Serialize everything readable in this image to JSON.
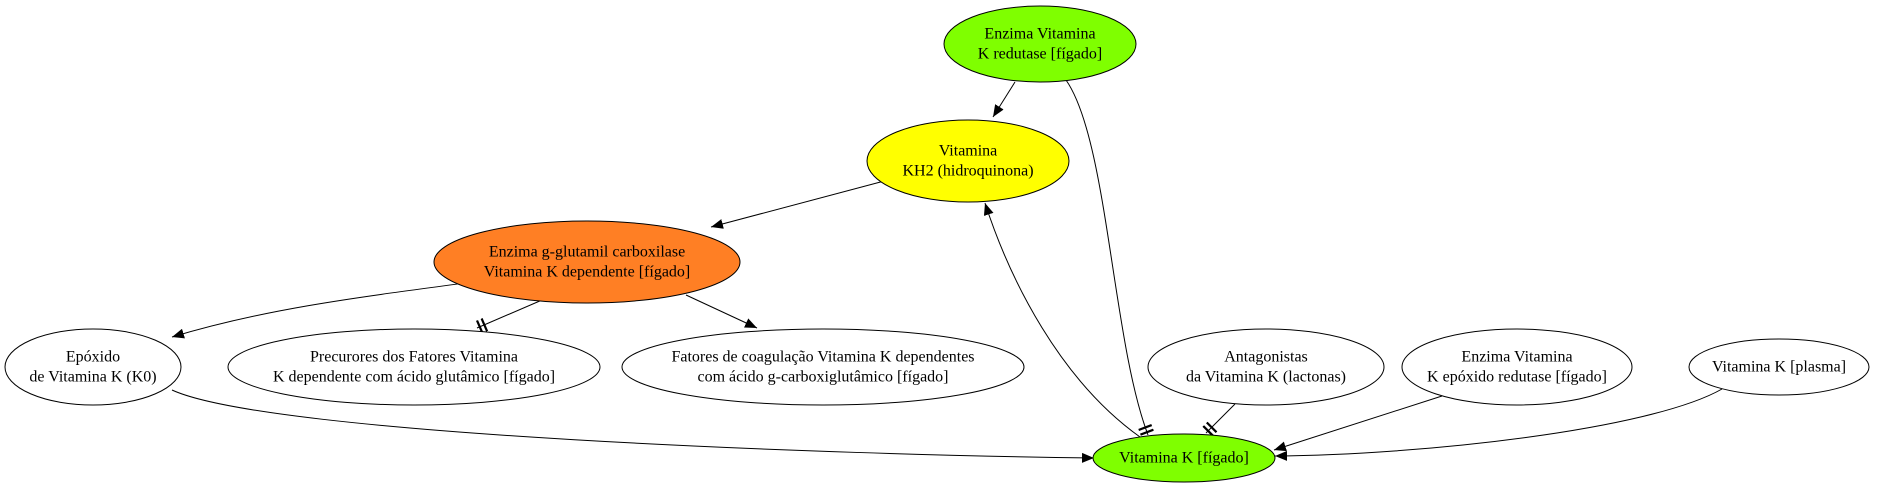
{
  "diagram": {
    "nodes": [
      {
        "id": "k_redutase",
        "lines": [
          "Enzima Vitamina",
          "K redutase [fígado]"
        ],
        "fill": "#7fff00"
      },
      {
        "id": "kh2",
        "lines": [
          "Vitamina",
          "KH2 (hidroquinona)"
        ],
        "fill": "#ffff00"
      },
      {
        "id": "carboxilase",
        "lines": [
          "Enzima g-glutamil carboxilase",
          "Vitamina K dependente [fígado]"
        ],
        "fill": "#ff7f24"
      },
      {
        "id": "epoxido",
        "lines": [
          "Epóxido",
          "de Vitamina K (K0)"
        ],
        "fill": "#ffffff"
      },
      {
        "id": "precursores",
        "lines": [
          "Precurores dos Fatores Vitamina",
          "K dependente com ácido glutâmico [fígado]"
        ],
        "fill": "#ffffff"
      },
      {
        "id": "fatores",
        "lines": [
          "Fatores de coagulação Vitamina K dependentes",
          "com ácido g-carboxiglutâmico [fígado]"
        ],
        "fill": "#ffffff"
      },
      {
        "id": "antagonistas",
        "lines": [
          "Antagonistas",
          "da Vitamina K (lactonas)"
        ],
        "fill": "#ffffff"
      },
      {
        "id": "epoxido_redutase",
        "lines": [
          "Enzima Vitamina",
          "K epóxido redutase [fígado]"
        ],
        "fill": "#ffffff"
      },
      {
        "id": "plasma",
        "lines": [
          "Vitamina K [plasma]"
        ],
        "fill": "#ffffff"
      },
      {
        "id": "k_figado",
        "lines": [
          "Vitamina K [fígado]"
        ],
        "fill": "#7fff00"
      }
    ],
    "edges": [
      {
        "from": "k_redutase",
        "to": "kh2",
        "head": "normal"
      },
      {
        "from": "k_redutase",
        "to": "k_figado",
        "head": "tee"
      },
      {
        "from": "kh2",
        "to": "carboxilase",
        "head": "normal"
      },
      {
        "from": "carboxilase",
        "to": "epoxido",
        "head": "normal"
      },
      {
        "from": "carboxilase",
        "to": "precursores",
        "head": "tee"
      },
      {
        "from": "carboxilase",
        "to": "fatores",
        "head": "normal"
      },
      {
        "from": "epoxido",
        "to": "k_figado",
        "head": "normal"
      },
      {
        "from": "k_figado",
        "to": "kh2",
        "head": "normal"
      },
      {
        "from": "antagonistas",
        "to": "k_figado",
        "head": "tee"
      },
      {
        "from": "epoxido_redutase",
        "to": "k_figado",
        "head": "normal"
      },
      {
        "from": "plasma",
        "to": "k_figado",
        "head": "normal"
      }
    ]
  }
}
